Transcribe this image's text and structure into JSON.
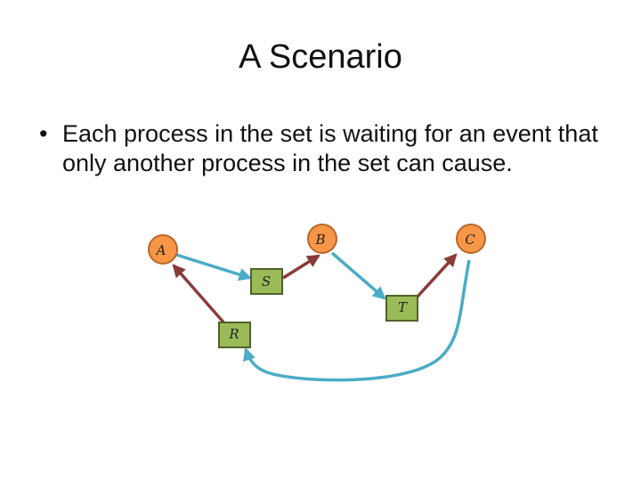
{
  "slide": {
    "title": "A Scenario",
    "bullet": "Each process in the set is waiting for an event that only another process in the set can cause."
  },
  "diagram": {
    "processes": [
      {
        "id": "A",
        "label": "A"
      },
      {
        "id": "B",
        "label": "B"
      },
      {
        "id": "C",
        "label": "C"
      }
    ],
    "resources": [
      {
        "id": "S",
        "label": "S"
      },
      {
        "id": "T",
        "label": "T"
      },
      {
        "id": "R",
        "label": "R"
      }
    ],
    "edges": [
      {
        "from": "A",
        "to": "S",
        "kind": "request"
      },
      {
        "from": "S",
        "to": "B",
        "kind": "assignment"
      },
      {
        "from": "B",
        "to": "T",
        "kind": "request"
      },
      {
        "from": "T",
        "to": "C",
        "kind": "assignment"
      },
      {
        "from": "C",
        "to": "R",
        "kind": "request"
      },
      {
        "from": "R",
        "to": "A",
        "kind": "assignment"
      }
    ],
    "colors": {
      "process_fill": "#f79646",
      "process_stroke": "#b9652a",
      "resource_fill": "#9bbb59",
      "resource_stroke": "#4f6228",
      "request_edge": "#4bacc6",
      "assignment_edge": "#8b3a3a"
    }
  }
}
